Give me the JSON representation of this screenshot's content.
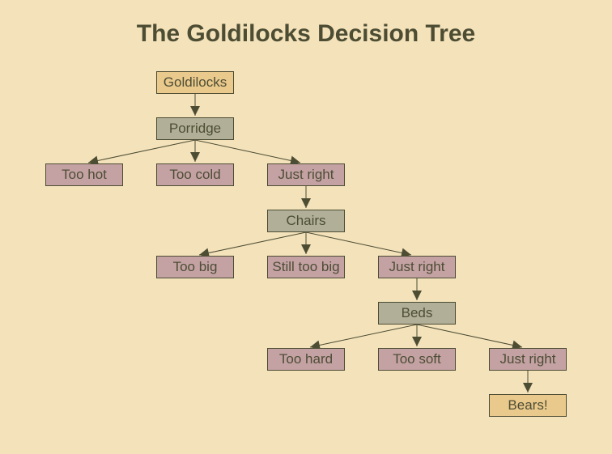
{
  "title": "The Goldilocks Decision Tree",
  "colors": {
    "background": "#f3e2ba",
    "node_start": "#eac98c",
    "node_question": "#b1af98",
    "node_outcome": "#c4a2a4",
    "line": "#4d4d34",
    "text": "#4d4d34"
  },
  "nodes": [
    {
      "id": "goldilocks",
      "label": "Goldilocks",
      "type": "start"
    },
    {
      "id": "porridge",
      "label": "Porridge",
      "type": "question"
    },
    {
      "id": "too-hot",
      "label": "Too hot",
      "type": "outcome"
    },
    {
      "id": "too-cold",
      "label": "Too cold",
      "type": "outcome"
    },
    {
      "id": "porridge-just-right",
      "label": "Just right",
      "type": "outcome"
    },
    {
      "id": "chairs",
      "label": "Chairs",
      "type": "question"
    },
    {
      "id": "too-big",
      "label": "Too big",
      "type": "outcome"
    },
    {
      "id": "still-too-big",
      "label": "Still too big",
      "type": "outcome"
    },
    {
      "id": "chairs-just-right",
      "label": "Just right",
      "type": "outcome"
    },
    {
      "id": "beds",
      "label": "Beds",
      "type": "question"
    },
    {
      "id": "too-hard",
      "label": "Too hard",
      "type": "outcome"
    },
    {
      "id": "too-soft",
      "label": "Too soft",
      "type": "outcome"
    },
    {
      "id": "beds-just-right",
      "label": "Just right",
      "type": "outcome"
    },
    {
      "id": "bears",
      "label": "Bears!",
      "type": "end"
    }
  ],
  "edges": [
    {
      "from": "goldilocks",
      "to": "porridge"
    },
    {
      "from": "porridge",
      "to": "too-hot"
    },
    {
      "from": "porridge",
      "to": "too-cold"
    },
    {
      "from": "porridge",
      "to": "porridge-just-right"
    },
    {
      "from": "porridge-just-right",
      "to": "chairs"
    },
    {
      "from": "chairs",
      "to": "too-big"
    },
    {
      "from": "chairs",
      "to": "still-too-big"
    },
    {
      "from": "chairs",
      "to": "chairs-just-right"
    },
    {
      "from": "chairs-just-right",
      "to": "beds"
    },
    {
      "from": "beds",
      "to": "too-hard"
    },
    {
      "from": "beds",
      "to": "too-soft"
    },
    {
      "from": "beds",
      "to": "beds-just-right"
    },
    {
      "from": "beds-just-right",
      "to": "bears"
    }
  ]
}
